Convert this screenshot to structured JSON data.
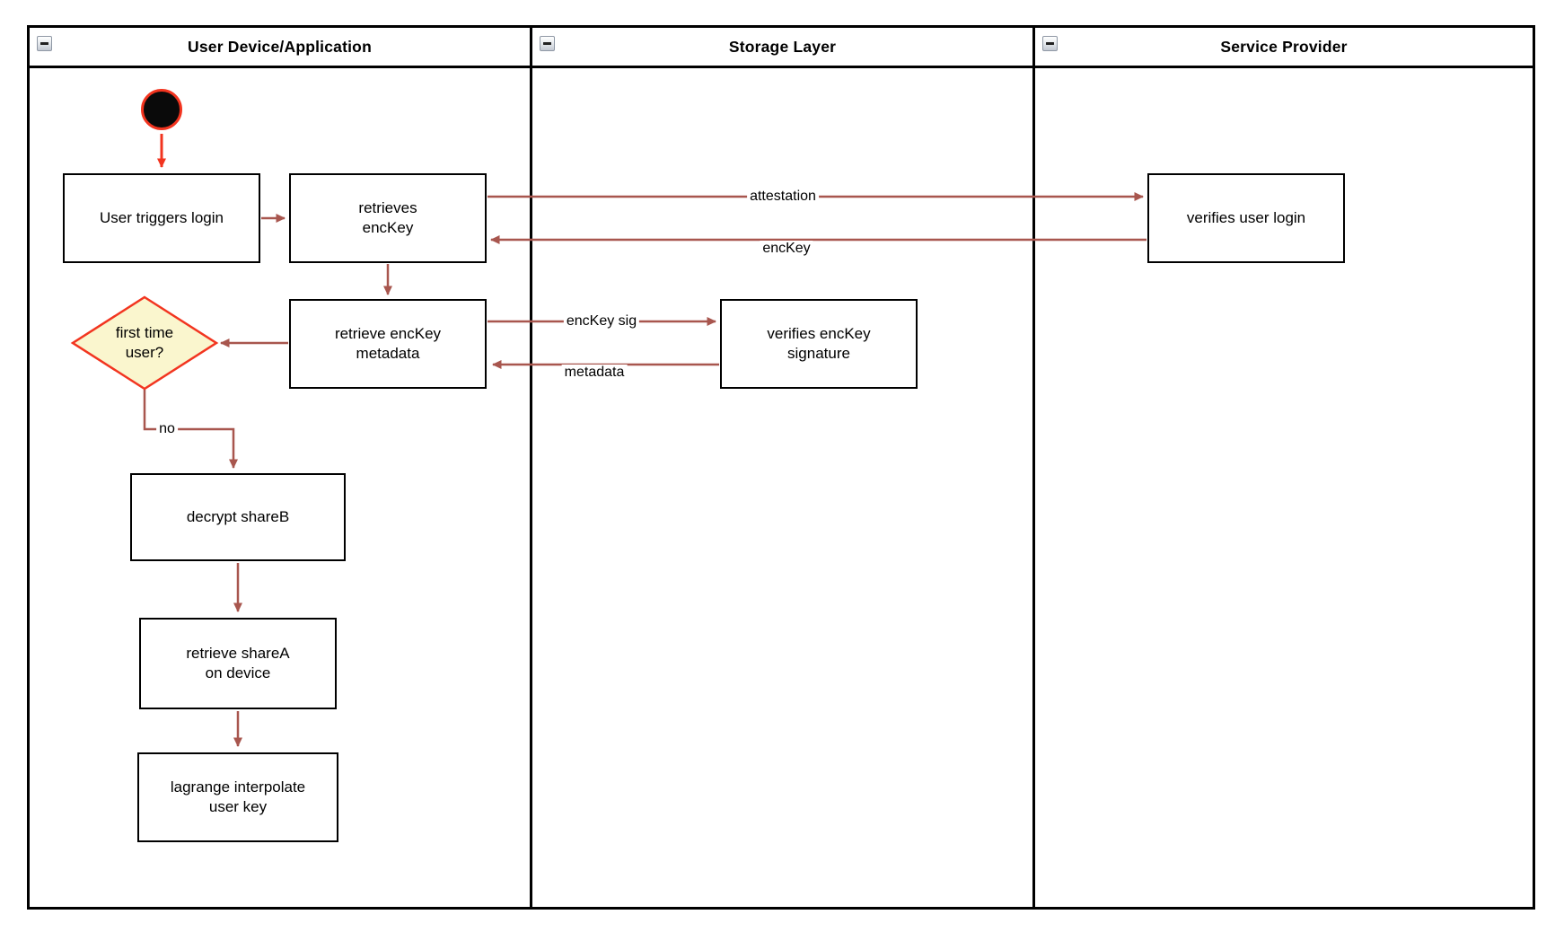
{
  "colors": {
    "edge": "#a8564e",
    "control": "#f2341f",
    "decision_fill": "#faf6ce",
    "decision_border": "#f23520",
    "initial_fill": "#0a0a0a"
  },
  "lanes": [
    {
      "title": "User Device/Application"
    },
    {
      "title": "Storage Layer"
    },
    {
      "title": "Service Provider"
    }
  ],
  "nodes": {
    "user_triggers_login": {
      "label": "User triggers login"
    },
    "retrieves_enckey": {
      "label": "retrieves\nencKey"
    },
    "verifies_user_login": {
      "label": "verifies user login"
    },
    "retrieve_enckey_metadata": {
      "label": "retrieve encKey\nmetadata"
    },
    "verifies_enckey_signature": {
      "label": "verifies encKey\nsignature"
    },
    "first_time_user": {
      "label": "first time\nuser?"
    },
    "decrypt_shareb": {
      "label": "decrypt shareB"
    },
    "retrieve_sharea": {
      "label": "retrieve shareA\non device"
    },
    "lagrange_interpolate": {
      "label": "lagrange interpolate\nuser key"
    }
  },
  "edges": {
    "attestation": {
      "label": "attestation"
    },
    "enckey_return": {
      "label": "encKey"
    },
    "enckey_sig": {
      "label": "encKey sig"
    },
    "metadata_return": {
      "label": "metadata"
    },
    "decision_no": {
      "label": "no"
    }
  }
}
